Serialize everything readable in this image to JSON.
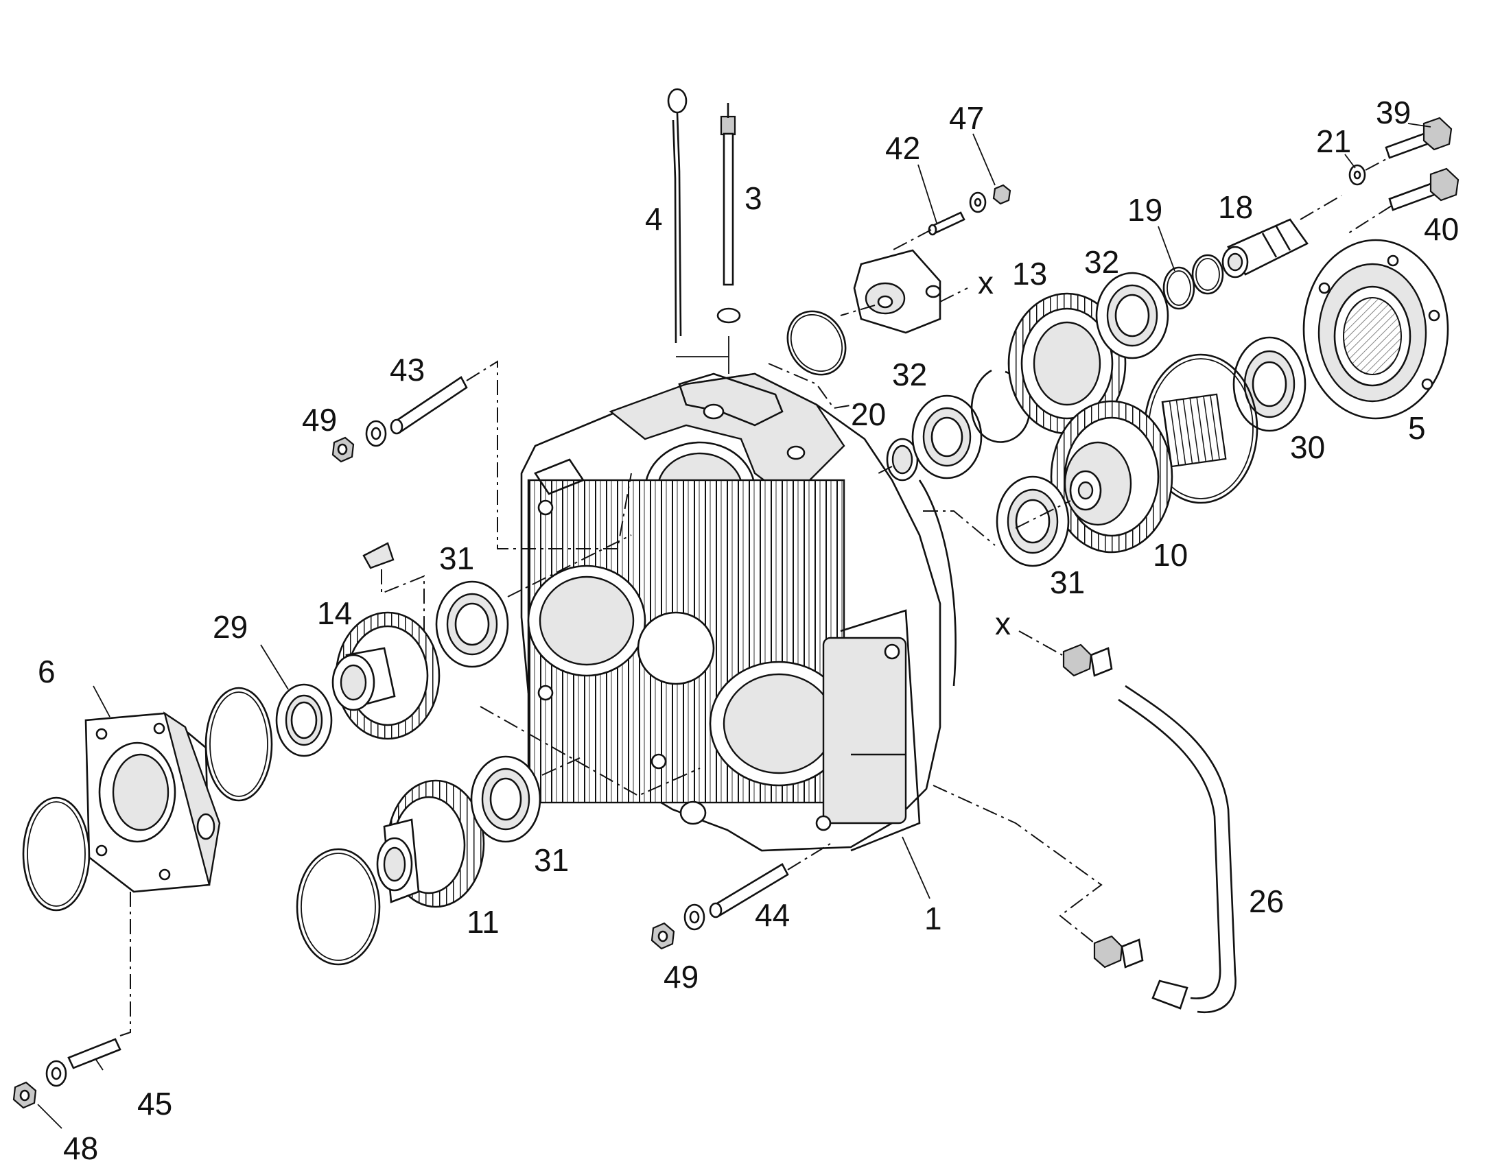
{
  "diagram": {
    "background": "#ffffff",
    "line_color": "#111111",
    "callouts": [
      {
        "id": "c1",
        "text": "1"
      },
      {
        "id": "c3",
        "text": "3"
      },
      {
        "id": "c4",
        "text": "4"
      },
      {
        "id": "c5",
        "text": "5"
      },
      {
        "id": "c6",
        "text": "6"
      },
      {
        "id": "c10",
        "text": "10"
      },
      {
        "id": "c11",
        "text": "11"
      },
      {
        "id": "c13",
        "text": "13"
      },
      {
        "id": "c14",
        "text": "14"
      },
      {
        "id": "c18",
        "text": "18"
      },
      {
        "id": "c19",
        "text": "19"
      },
      {
        "id": "c20",
        "text": "20"
      },
      {
        "id": "c21",
        "text": "21"
      },
      {
        "id": "c26",
        "text": "26"
      },
      {
        "id": "c29",
        "text": "29"
      },
      {
        "id": "c30",
        "text": "30"
      },
      {
        "id": "c31a",
        "text": "31"
      },
      {
        "id": "c31b",
        "text": "31"
      },
      {
        "id": "c31c",
        "text": "31"
      },
      {
        "id": "c32a",
        "text": "32"
      },
      {
        "id": "c32b",
        "text": "32"
      },
      {
        "id": "c39",
        "text": "39"
      },
      {
        "id": "c40",
        "text": "40"
      },
      {
        "id": "c42",
        "text": "42"
      },
      {
        "id": "c43",
        "text": "43"
      },
      {
        "id": "c44",
        "text": "44"
      },
      {
        "id": "c45",
        "text": "45"
      },
      {
        "id": "c47",
        "text": "47"
      },
      {
        "id": "c48",
        "text": "48"
      },
      {
        "id": "c49a",
        "text": "49"
      },
      {
        "id": "c49b",
        "text": "49"
      },
      {
        "id": "cxa",
        "text": "x"
      },
      {
        "id": "cxb",
        "text": "x"
      }
    ]
  }
}
